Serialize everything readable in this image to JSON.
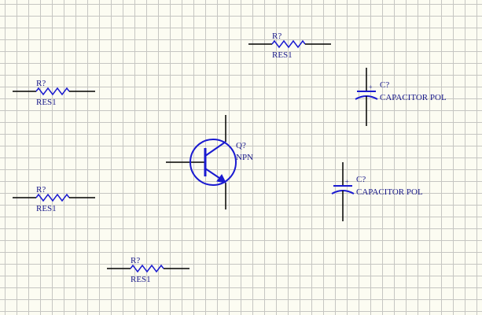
{
  "colors": {
    "background": "#fcfcf2",
    "grid": "#c6c6c2",
    "wire": "#000000",
    "symbol": "#1a1ad0",
    "label": "#1a1a8a"
  },
  "resistors": [
    {
      "designator": "R?",
      "comment": "RES1"
    },
    {
      "designator": "R?",
      "comment": "RES1"
    },
    {
      "designator": "R?",
      "comment": "RES1"
    },
    {
      "designator": "R?",
      "comment": "RES1"
    }
  ],
  "capacitors": [
    {
      "designator": "C?",
      "comment": "CAPACITOR POL",
      "polarity_mark": "+"
    },
    {
      "designator": "C?",
      "comment": "CAPACITOR POL",
      "polarity_mark": "+"
    }
  ],
  "transistor": {
    "designator": "Q?",
    "comment": "NPN"
  }
}
